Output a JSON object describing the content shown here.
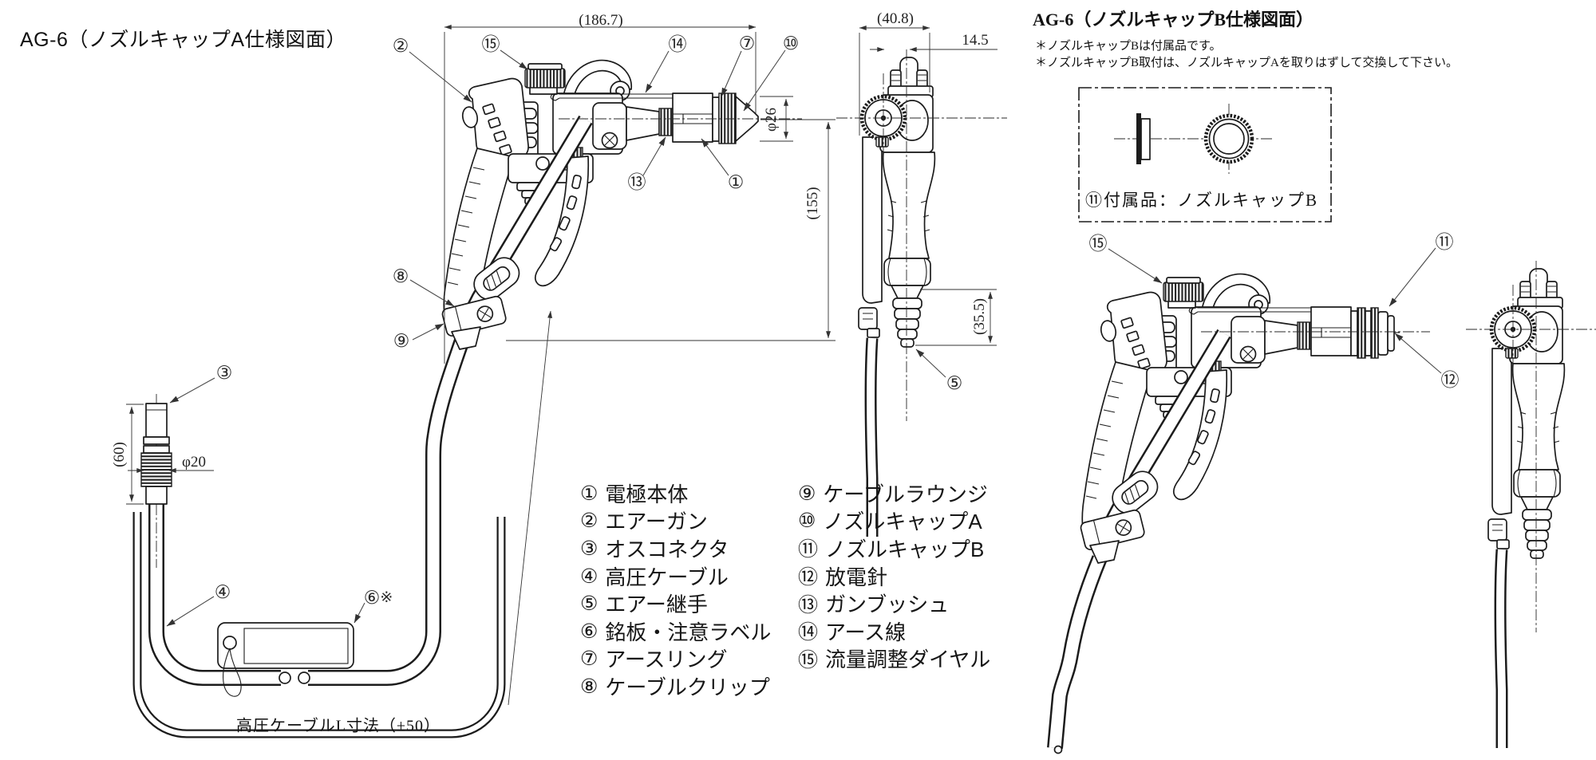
{
  "sheet": {
    "left_title": "AG-6（ノズルキャップA仕様図面）",
    "right_title": "AG-6（ノズルキャップB仕様図面）",
    "right_notes": {
      "line1": "＊ノズルキャップBは付属品です。",
      "line2": "＊ノズルキャップB取付は、ノズルキャップAを取りはずして交換して下さい。"
    }
  },
  "accessory_box": {
    "label": "⑪付属品：ノズルキャップB"
  },
  "cable_note": "高圧ケーブルL寸法（±50）",
  "dimensions": {
    "overall_length": "(186.7)",
    "side_width": "(40.8)",
    "dial_offset": "14.5",
    "nozzle_diameter": "φ26",
    "overall_height": "(155)",
    "air_joint_length": "(35.5)",
    "connector_length": "(60)",
    "cable_diameter": "φ20"
  },
  "callouts": {
    "1": "①",
    "2": "②",
    "3": "③",
    "4": "④",
    "5": "⑤",
    "6": "⑥",
    "7": "⑦",
    "8": "⑧",
    "9": "⑨",
    "10": "⑩",
    "11": "⑪",
    "12": "⑫",
    "13": "⑬",
    "14": "⑭",
    "15": "⑮",
    "ref_mark": "※"
  },
  "parts_list": {
    "column1": [
      {
        "num": "①",
        "name": "電極本体"
      },
      {
        "num": "②",
        "name": "エアーガン"
      },
      {
        "num": "③",
        "name": "オスコネクタ"
      },
      {
        "num": "④",
        "name": "高圧ケーブル"
      },
      {
        "num": "⑤",
        "name": "エアー継手"
      },
      {
        "num": "⑥",
        "name": "銘板・注意ラベル"
      },
      {
        "num": "⑦",
        "name": "アースリング"
      },
      {
        "num": "⑧",
        "name": "ケーブルクリップ"
      }
    ],
    "column2": [
      {
        "num": "⑨",
        "name": "ケーブルラウンジ"
      },
      {
        "num": "⑩",
        "name": "ノズルキャップA"
      },
      {
        "num": "⑪",
        "name": "ノズルキャップB"
      },
      {
        "num": "⑫",
        "name": "放電針"
      },
      {
        "num": "⑬",
        "name": "ガンブッシュ"
      },
      {
        "num": "⑭",
        "name": "アース線"
      },
      {
        "num": "⑮",
        "name": "流量調整ダイヤル"
      }
    ]
  }
}
